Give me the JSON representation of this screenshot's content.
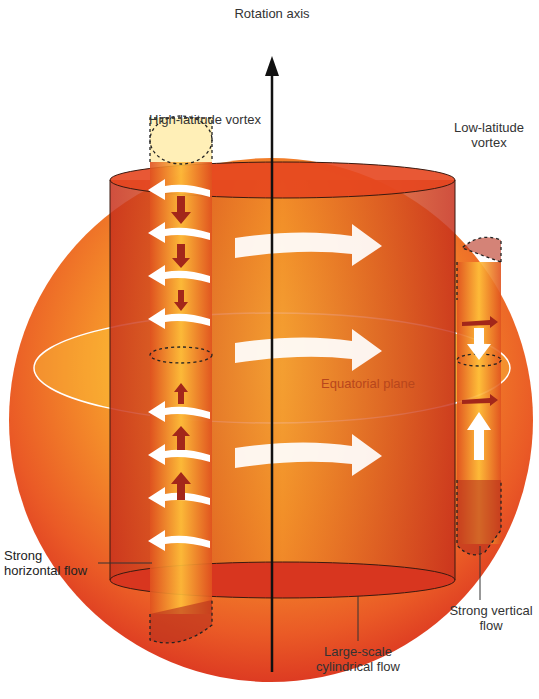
{
  "diagram": {
    "labels": [
      "Rotation axis",
      "High-latitude vortex",
      "Low-latitude vortex",
      "Equatorial plane",
      "Strong horizontal flow",
      "Strong vertical flow",
      "Large-scale cylindrical flow"
    ]
  }
}
